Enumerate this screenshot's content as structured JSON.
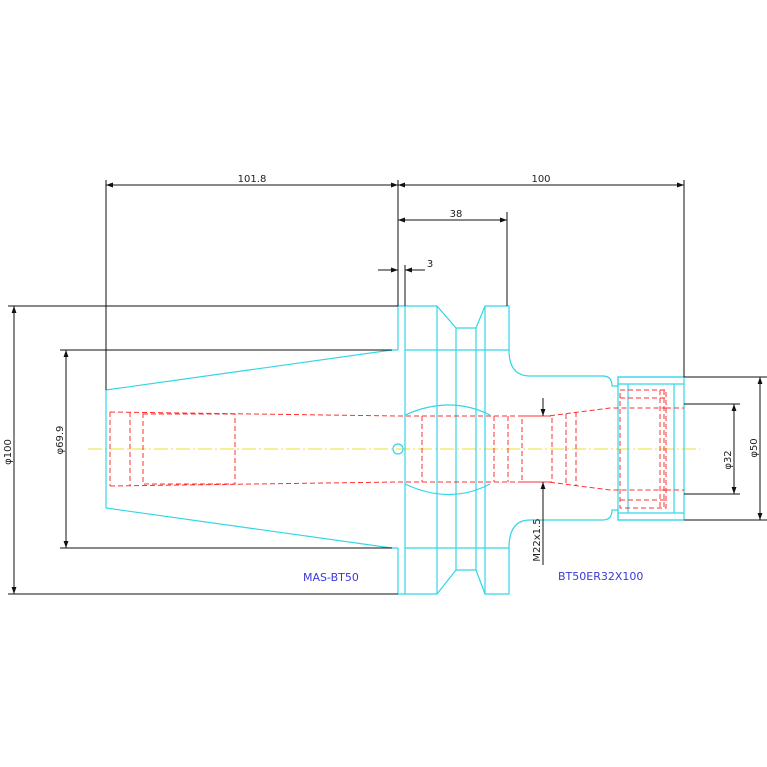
{
  "drawing": {
    "dimensions": {
      "taper_length": "101.8",
      "overall_length": "100",
      "flange_to_shoulder": "38",
      "flange_offset": "3",
      "flange_diameter": "φ100",
      "taper_diameter": "φ69.9",
      "nut_diameter": "φ50",
      "bore_diameter": "φ32",
      "thread": "M22x1.5"
    },
    "labels": {
      "shank_standard": "MAS-BT50",
      "holder_model": "BT50ER32X100"
    },
    "colors": {
      "outline": "#33d6e6",
      "hidden_lines": "#ff3030",
      "center_line": "#e8e230",
      "dimension_lines": "#111111",
      "dimension_text": "#222222",
      "label_text": "#3a3ad6"
    }
  }
}
